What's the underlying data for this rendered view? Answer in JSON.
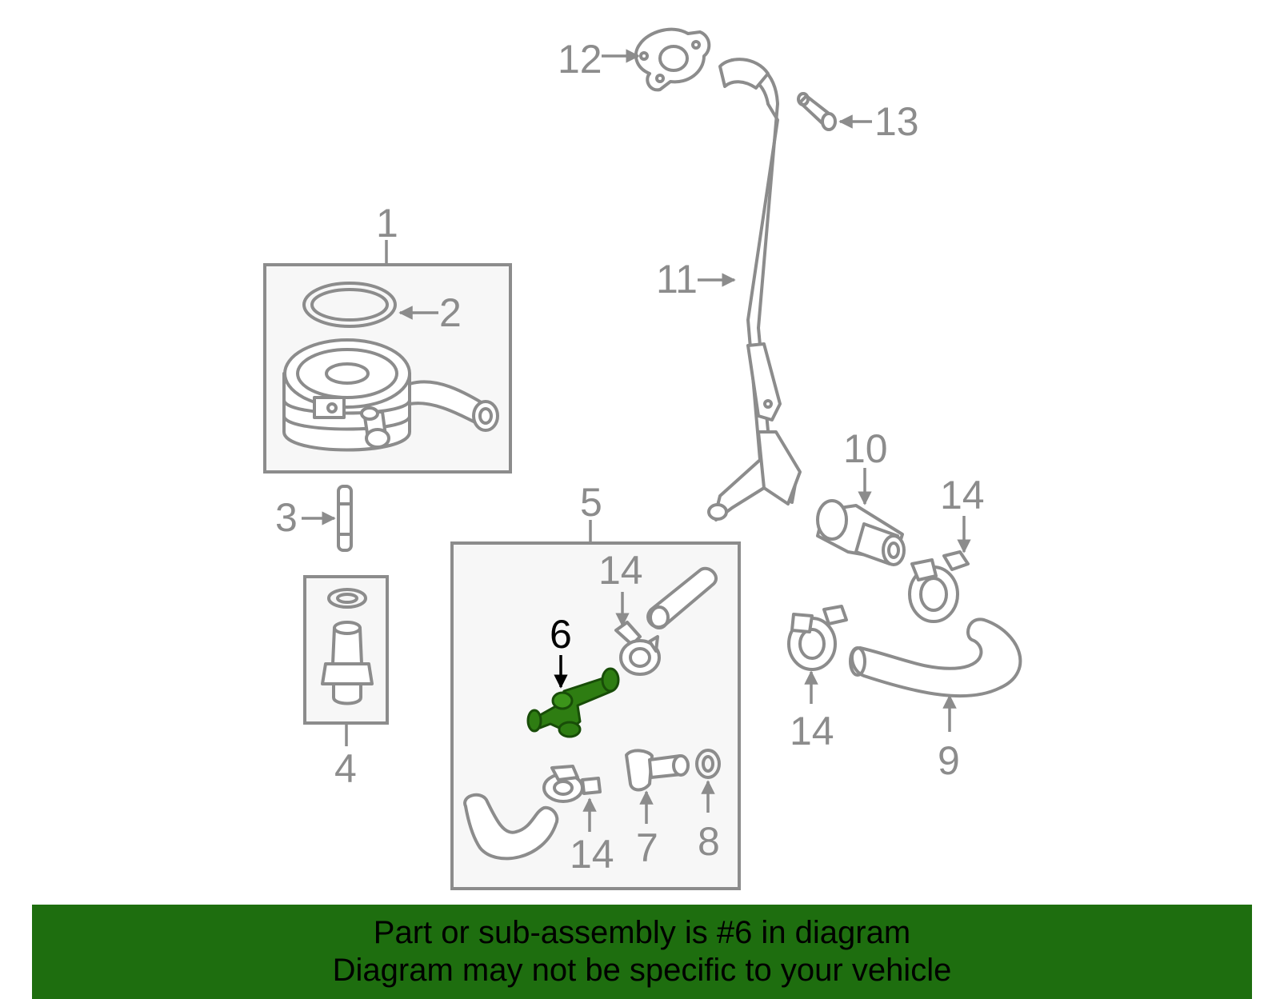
{
  "colors": {
    "line": "#8c8c8c",
    "highlight": "#2e7d12",
    "banner": "#1e6e0f",
    "label": "#8c8c8c",
    "highlight_label": "#000000"
  },
  "highlighted_part": "6",
  "callouts": {
    "c1": "1",
    "c2": "2",
    "c3": "3",
    "c4": "4",
    "c5": "5",
    "c6": "6",
    "c7": "7",
    "c8": "8",
    "c9": "9",
    "c10": "10",
    "c11": "11",
    "c12": "12",
    "c13": "13",
    "c14a": "14",
    "c14b": "14",
    "c14c": "14",
    "c14d": "14"
  },
  "banner": {
    "line1": "Part or sub-assembly is #6 in diagram",
    "line2": "Diagram may not be specific to your vehicle"
  }
}
